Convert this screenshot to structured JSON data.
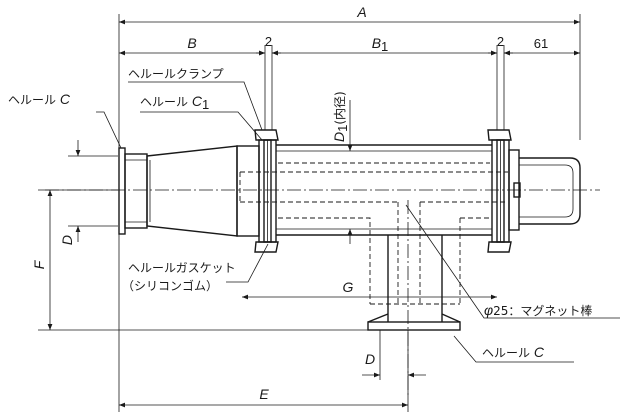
{
  "dimensions": {
    "A": "A",
    "B": "B",
    "B1": "B",
    "B1_sub": "1",
    "two_left": "2",
    "two_right": "2",
    "sixty_one": "61",
    "D1_letter": "D",
    "D1_sub": "1",
    "D1_text": "(内径)",
    "D_left": "D",
    "D_bottom": "D",
    "F": "F",
    "G": "G",
    "E": "E"
  },
  "labels": {
    "ferrule_c_left_text": "ヘルール ",
    "ferrule_c_left_letter": "C",
    "ferrule_clamp": "ヘルールクランプ",
    "ferrule_c1_text": "ヘルール ",
    "ferrule_c1_letter": "C",
    "ferrule_c1_sub": "1",
    "gasket_line1": "ヘルールガスケット",
    "gasket_line2": "（シリコンゴム）",
    "magnet_phi": "φ",
    "magnet_text": "25：マグネット棒",
    "ferrule_c_bottom_text": "ヘルール ",
    "ferrule_c_bottom_letter": "C"
  }
}
